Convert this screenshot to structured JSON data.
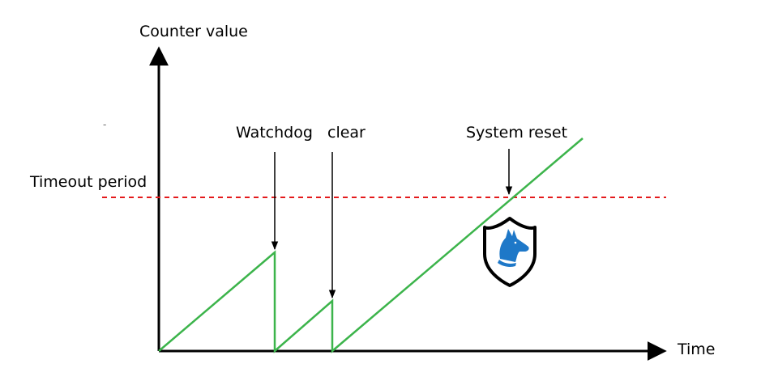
{
  "labels": {
    "y_axis": "Counter value",
    "x_axis": "Time",
    "timeout": "Timeout period",
    "watchdog": "Watchdog",
    "clear": "clear",
    "reset": "System reset",
    "stray_mark": "-"
  },
  "colors": {
    "axis": "#000000",
    "counter_line": "#3cb44b",
    "timeout_line": "#e41a1c",
    "shield_fill": "#ffffff",
    "shield_stroke": "#000000",
    "dog": "#1e78c8"
  },
  "icon": "watchdog-shield-icon"
}
